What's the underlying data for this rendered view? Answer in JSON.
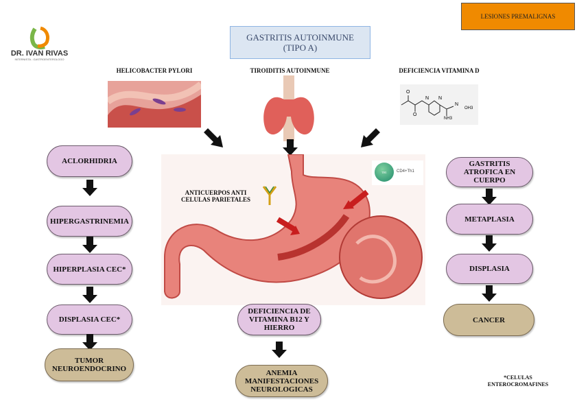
{
  "logo": {
    "name": "DR. IVAN RIVAS",
    "subtitle": "INTERNISTA - GASTROENTEROLOGO"
  },
  "title": {
    "line1": "GASTRITIS AUTOINMUNE",
    "line2": "(TIPO A)"
  },
  "badge": {
    "label": "LESIONES PREMALIGNAS",
    "color": "#f08a00"
  },
  "causes": {
    "hpylori": "HELICOBACTER PYLORI",
    "thyroid": "TIROIDITIS AUTOINMUNE",
    "vitd": "DEFICIENCIA VITAMINA D"
  },
  "molecule": {
    "o1": "O",
    "o2": "O",
    "n1": "N",
    "n2": "N",
    "n3": "N",
    "oh": "OH3",
    "nh": "NH3"
  },
  "center": {
    "antibodies": "ANTICUERPOS ANTI CELULAS PARIETALES",
    "cd4": "CD4+Th1",
    "th1": "TH1"
  },
  "left": [
    "ACLORHIDRIA",
    "HIPERGASTRINEMIA",
    "HIPERPLASIA CEC*",
    "DISPLASIA CEC*",
    "TUMOR NEUROENDOCRINO"
  ],
  "right": [
    "GASTRITIS ATROFICA EN CUERPO",
    "METAPLASIA",
    "DISPLASIA",
    "CANCER"
  ],
  "bottom": [
    "DEFICIENCIA DE VITAMINA B12 Y HIERRO",
    "ANEMIA MANIFESTACIONES NEUROLOGICAS"
  ],
  "footnote": "*CELULAS ENTEROCROMAFINES",
  "colors": {
    "lilac": "#e3c6e3",
    "tan": "#cdbc98",
    "title_bg": "#dce6f2",
    "arrow_red": "#c81e1e"
  }
}
